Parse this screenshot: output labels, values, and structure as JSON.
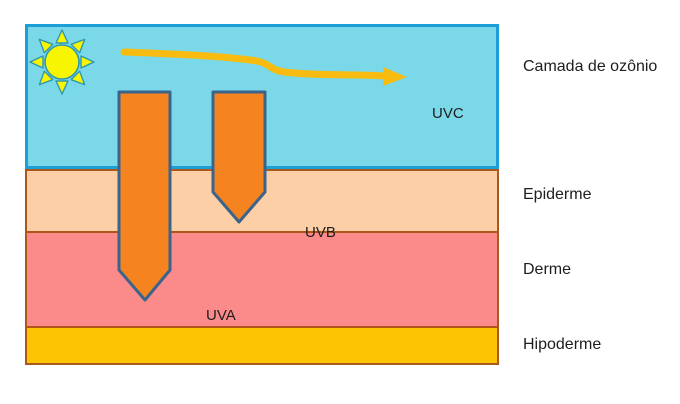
{
  "figure": {
    "type": "uv-skin-penetration-diagram",
    "background_color": "#ffffff"
  },
  "layers": [
    {
      "label": "Camada de ozônio",
      "fill": "#7bd8e9",
      "border": "#1b9fd6"
    },
    {
      "label": "Epiderme",
      "fill": "#fccfa6",
      "border": "#aa581c"
    },
    {
      "label": "Derme",
      "fill": "#fb8b8b",
      "border": "#aa581c"
    },
    {
      "label": "Hipoderme",
      "fill": "#fdc403",
      "border": "#aa581c"
    }
  ],
  "rays": [
    {
      "label": "UVC",
      "depicted_as": "curved beam deflected above skin",
      "stops_in": "Camada de ozônio"
    },
    {
      "label": "UVB",
      "depicted_as": "short downward arrow",
      "stops_in": "Epiderme"
    },
    {
      "label": "UVA",
      "depicted_as": "long downward arrow",
      "stops_in": "Derme"
    }
  ],
  "icons": [
    {
      "name": "sun-icon",
      "glyph": "☀",
      "fill": "#f8f500",
      "outline": "#2f97ae"
    }
  ],
  "colors": {
    "uv_arrow_fill": "#f5831f",
    "uv_arrow_outline": "#3a648c",
    "uvc_beam": "#f7bc0f",
    "label_text": "#1d1d1d"
  }
}
